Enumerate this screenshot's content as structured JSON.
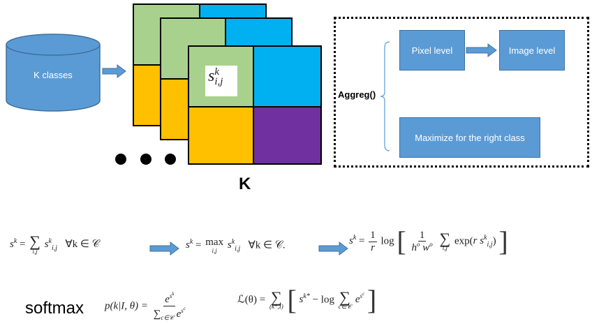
{
  "cylinder": {
    "label": "K classes"
  },
  "grid": {
    "cell_label_main": "s",
    "cell_label_sup": "k",
    "cell_label_sub": "i,j",
    "caption": "K"
  },
  "colors": {
    "green": "#a9d18e",
    "blue": "#00b0f0",
    "orange": "#ffc000",
    "purple": "#7030a0",
    "box": "#5b9bd5"
  },
  "aggregation": {
    "label": "Aggreg()",
    "pixel_level": "Pixel level",
    "image_level": "Image level",
    "maximize": "Maximize for the right class"
  },
  "formulas": {
    "sum_part": "s",
    "forall_1": "∀k ∈ 𝒞",
    "max_op": "max",
    "forall_2": "∀k ∈ 𝒞.",
    "log": "log",
    "exp": "exp",
    "softmax_label": "softmax",
    "prob": "p(k|I, θ) =",
    "loss": "ℒ(θ) ="
  }
}
